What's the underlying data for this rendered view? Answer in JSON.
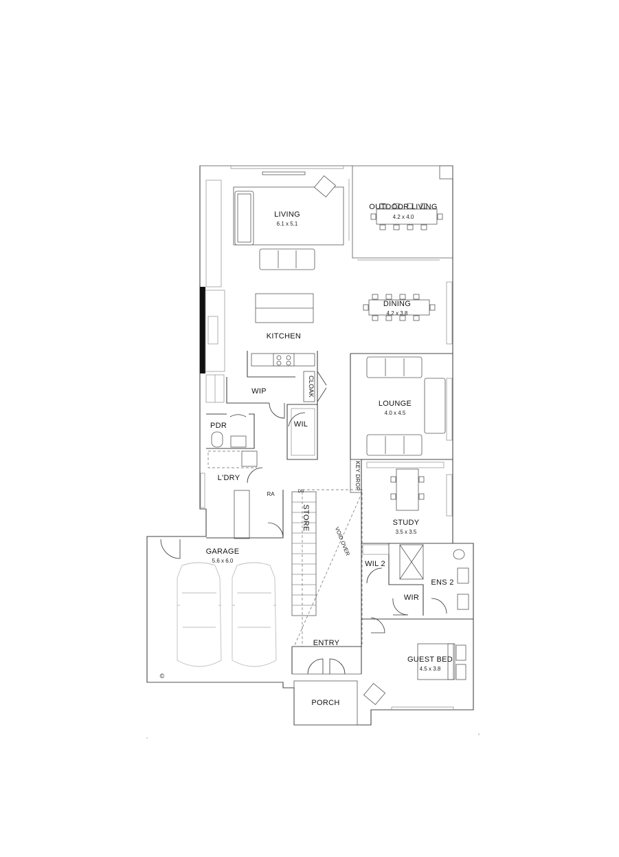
{
  "rooms": {
    "living": {
      "name": "LIVING",
      "dim": "6.1 x 5.1"
    },
    "outdoor": {
      "name": "OUTDOOR LIVING",
      "dim": "4.2 x 4.0"
    },
    "dining": {
      "name": "DINING",
      "dim": "4.2 x 3.8"
    },
    "kitchen": {
      "name": "KITCHEN"
    },
    "wip": {
      "name": "WIP"
    },
    "cloak": {
      "name": "CLOAK"
    },
    "lounge": {
      "name": "LOUNGE",
      "dim": "4.0 x 4.5"
    },
    "wil": {
      "name": "WIL"
    },
    "pdr": {
      "name": "PDR"
    },
    "ldry": {
      "name": "L'DRY"
    },
    "ra": {
      "name": "RA"
    },
    "keydrop": {
      "name": "KEY DROP"
    },
    "store": {
      "name": "STORE"
    },
    "void": {
      "name": "VOID OVER"
    },
    "study": {
      "name": "STUDY",
      "dim": "3.5 x 3.5"
    },
    "garage": {
      "name": "GARAGE",
      "dim": "5.6 x 6.0"
    },
    "wil2": {
      "name": "WIL 2"
    },
    "ens2": {
      "name": "ENS 2"
    },
    "wir": {
      "name": "WIR"
    },
    "entry": {
      "name": "ENTRY"
    },
    "guestbed": {
      "name": "GUEST BED",
      "dim": "4.5 x 3.8"
    },
    "porch": {
      "name": "PORCH"
    }
  },
  "marks": {
    "stair_dn": "DN",
    "copyright": "©"
  }
}
